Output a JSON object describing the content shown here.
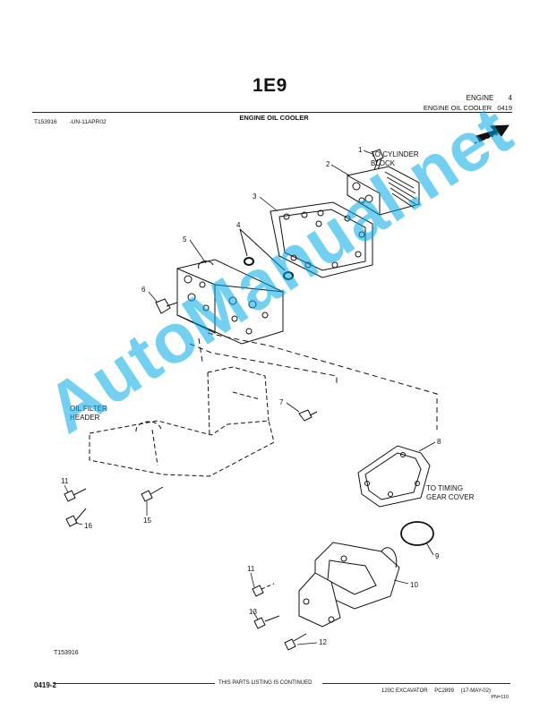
{
  "header": {
    "page_code": "1E9",
    "section": "ENGINE",
    "section_number": "4",
    "subsection": "ENGINE OIL COOLER",
    "subsection_code": "0419",
    "figure_title": "ENGINE OIL COOLER",
    "figure_id": "T153916",
    "figure_rev": "-UN-11APR02"
  },
  "diagram": {
    "callouts": [
      "1",
      "2",
      "3",
      "4",
      "5",
      "6",
      "7",
      "8",
      "9",
      "10",
      "11",
      "12",
      "13",
      "11",
      "15",
      "16"
    ],
    "labels": {
      "to_cylinder_block_1": "TO CYLINDER",
      "to_cylinder_block_2": "BLOCK",
      "oil_filter_header_1": "OIL FILTER",
      "oil_filter_header_2": "HEADER",
      "to_timing_1": "TO TIMING",
      "to_timing_2": "GEAR COVER"
    },
    "figure_id_bottom": "T153916"
  },
  "footer": {
    "page_number": "0419-2",
    "continued": "THIS PARTS LISTING IS CONTINUED",
    "machine": "120C EXCAVATOR",
    "catalog": "PC2899",
    "date": "(17-MAY-02)",
    "pn": "PN=110"
  },
  "watermark": "AutoManual.net"
}
